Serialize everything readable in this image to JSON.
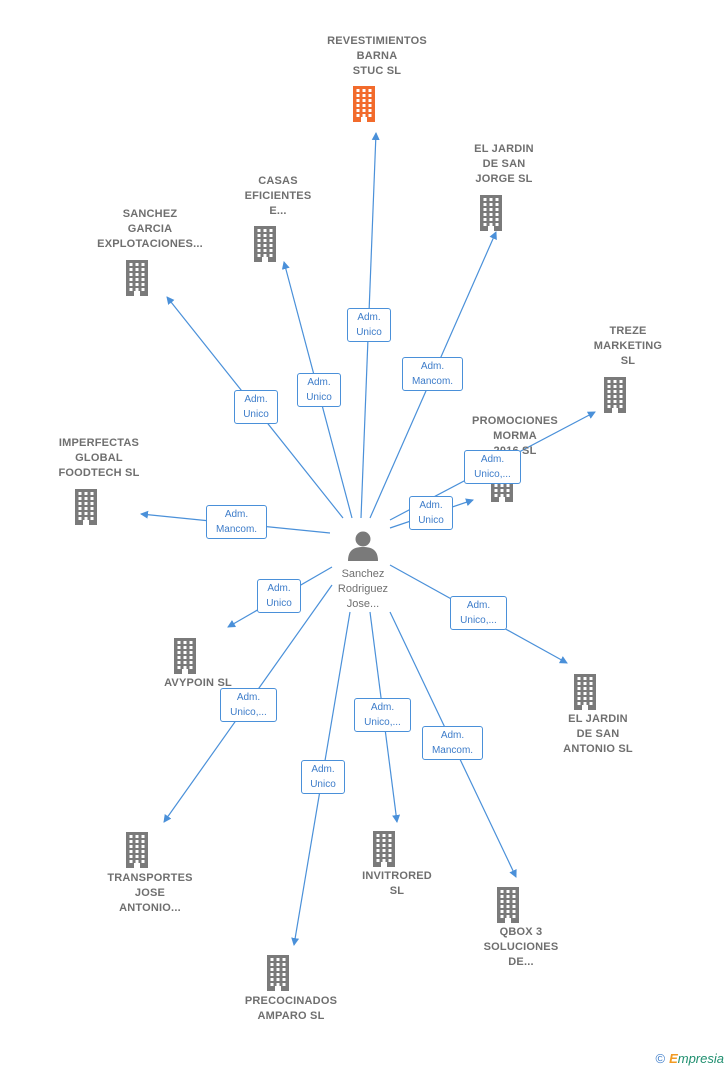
{
  "person": {
    "name": "Sanchez\nRodriguez\nJose..."
  },
  "companies": [
    {
      "name": "REVESTIMIENTOS\nBARNA\nSTUC  SL",
      "highlight": true
    },
    {
      "name": "EL JARDIN\nDE SAN\nJORGE  SL",
      "highlight": false
    },
    {
      "name": "CASAS\nEFICIENTES\nE...",
      "highlight": false
    },
    {
      "name": "SANCHEZ\nGARCIA\nEXPLOTACIONES...",
      "highlight": false
    },
    {
      "name": "TREZE\nMARKETING\nSL",
      "highlight": false
    },
    {
      "name": "PROMOCIONES\nMORMA\n2016  SL",
      "highlight": false
    },
    {
      "name": "IMPERFECTAS\nGLOBAL\nFOODTECH  SL",
      "highlight": false
    },
    {
      "name": "AVYPOIN  SL",
      "highlight": false
    },
    {
      "name": "EL JARDIN\nDE SAN\nANTONIO  SL",
      "highlight": false
    },
    {
      "name": "TRANSPORTES\nJOSE\nANTONIO...",
      "highlight": false
    },
    {
      "name": "INVITRORED\nSL",
      "highlight": false
    },
    {
      "name": "QBOX 3\nSOLUCIONES\nDE...",
      "highlight": false
    },
    {
      "name": "PRECOCINADOS\nAMPARO SL",
      "highlight": false
    }
  ],
  "edges": [
    {
      "label": "Adm.\nUnico"
    },
    {
      "label": "Adm.\nMancom."
    },
    {
      "label": "Adm.\nUnico"
    },
    {
      "label": "Adm.\nUnico"
    },
    {
      "label": "Adm.\nUnico,..."
    },
    {
      "label": "Adm.\nUnico"
    },
    {
      "label": "Adm.\nMancom."
    },
    {
      "label": "Adm.\nUnico"
    },
    {
      "label": "Adm.\nUnico,..."
    },
    {
      "label": "Adm.\nUnico,..."
    },
    {
      "label": "Adm.\nUnico,..."
    },
    {
      "label": "Adm.\nMancom."
    },
    {
      "label": "Adm.\nUnico"
    }
  ],
  "colors": {
    "edge": "#4a90d9",
    "building": "#7a7a7a",
    "highlight": "#f26b2c",
    "person": "#7a7a7a"
  },
  "footer": {
    "copyright": "©",
    "brand_initial": "E",
    "brand_rest": "mpresia"
  }
}
